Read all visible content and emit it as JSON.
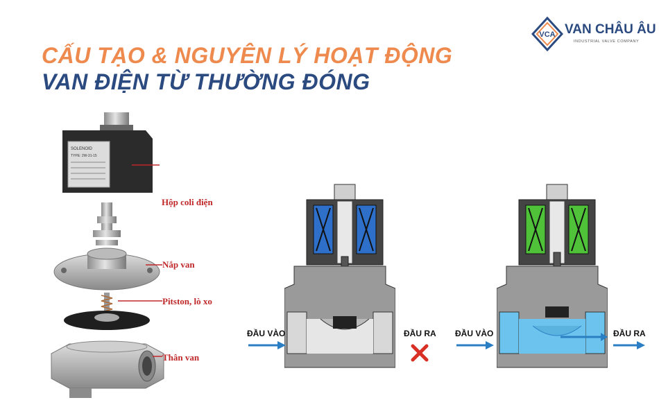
{
  "title": {
    "line1": "CẤU TẠO & NGUYÊN LÝ HOẠT ĐỘNG",
    "line2": "VAN ĐIỆN TỪ THƯỜNG ĐÓNG"
  },
  "brand": {
    "mark": "VCA",
    "name": "VAN CHÂU ÂU",
    "tagline": "INDUSTRIAL VALVE COMPANY"
  },
  "parts": {
    "coil": "Hộp coli điện",
    "cover": "Nắp van",
    "piston": "Pitston, lò xo",
    "body": "Thân van"
  },
  "coil_plate": {
    "brand": "SOLENOID",
    "type": "TYPE: 2W-31-15"
  },
  "closed_valve": {
    "inlet": "ĐẦU VÀO",
    "outlet": "ĐẦU RA"
  },
  "open_valve": {
    "inlet": "ĐẦU VÀO",
    "outlet": "ĐẦU RA"
  },
  "colors": {
    "title_orange": "#ee8a4d",
    "title_blue": "#2b4a80",
    "label_red": "#c0282a",
    "arrow_blue": "#2a7fc4",
    "coil_blue": "#2e6fc9",
    "coil_green": "#4fc23a",
    "water": "#6cc4ee"
  }
}
